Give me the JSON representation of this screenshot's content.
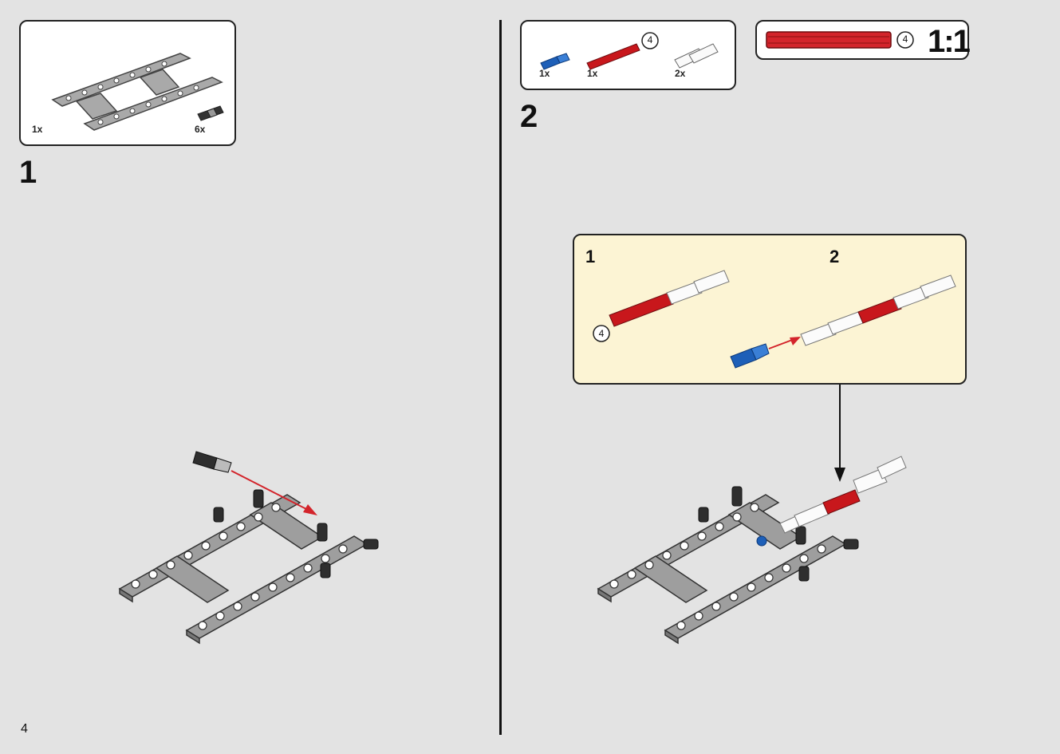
{
  "step1": {
    "number": "1",
    "parts": [
      {
        "name": "beam-frame",
        "qty": "1x"
      },
      {
        "name": "pin-black",
        "qty": "6x"
      }
    ]
  },
  "step2": {
    "number": "2",
    "parts": [
      {
        "name": "pin-blue",
        "qty": "1x"
      },
      {
        "name": "axle-red",
        "qty": "1x",
        "length_label": "4"
      },
      {
        "name": "connector-white",
        "qty": "2x"
      }
    ],
    "scale_box": {
      "length_label": "4",
      "scale": "1:1"
    },
    "sub_steps": [
      {
        "number": "1",
        "axle_label": "4"
      },
      {
        "number": "2"
      }
    ]
  },
  "page_number": "4",
  "colors": {
    "axle": "#c8171c",
    "pin_blue": "#1d5fb8",
    "beam_grey": "#a0a0a0",
    "callout_bg": "#fcf4d4",
    "arrow": "#d3242b"
  }
}
